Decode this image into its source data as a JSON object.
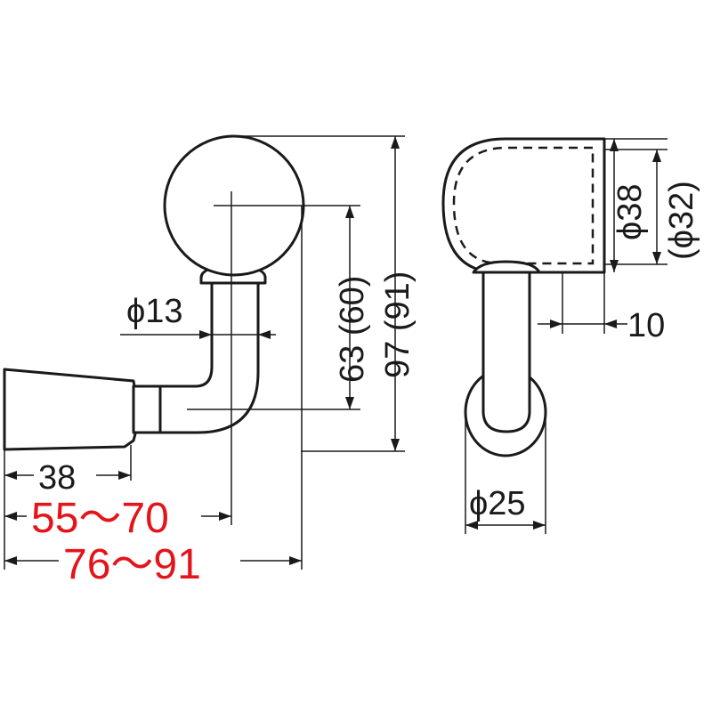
{
  "drawing": {
    "title": "",
    "colors": {
      "line": "#1a1a1a",
      "highlight": "#e4141b",
      "background": "#ffffff"
    }
  },
  "dimensions": {
    "pipe_diameter": "ϕ13",
    "wall_width": "38",
    "projection_to_center": "55～70",
    "projection_overall": "76～91",
    "knob_height_center": "63 (60)",
    "knob_height_overall": "97 (91)",
    "head_diameter_outer": "ϕ38",
    "head_diameter_inner": "(ϕ32)",
    "head_offset": "10",
    "base_diameter": "ϕ25"
  }
}
